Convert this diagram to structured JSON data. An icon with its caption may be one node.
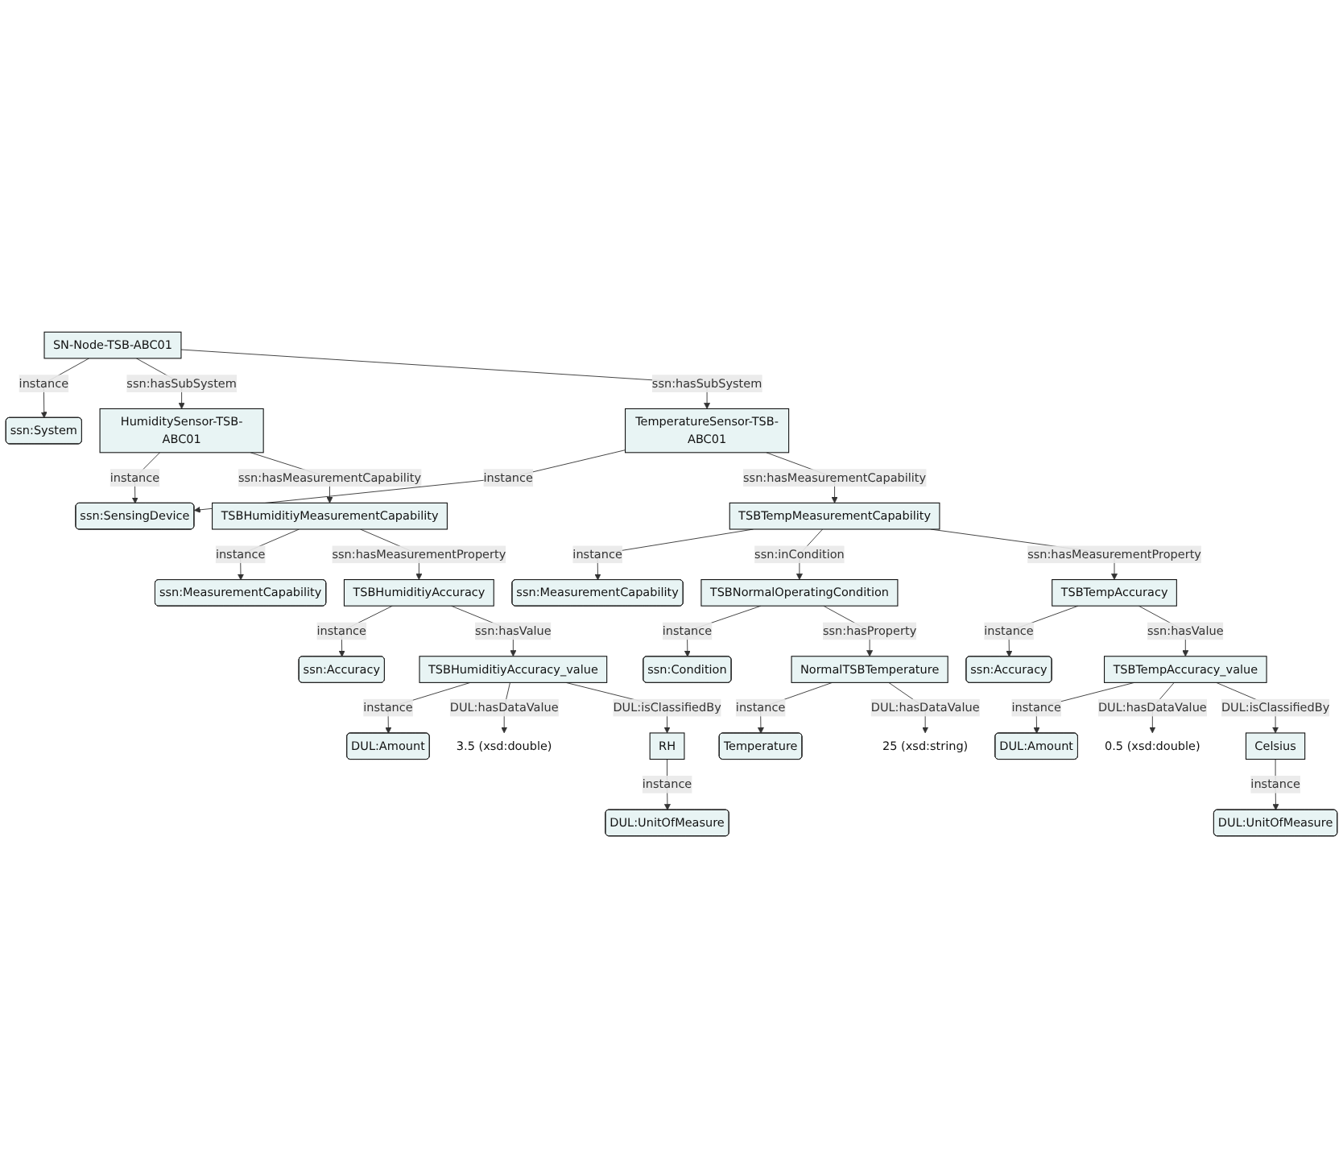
{
  "diagram": {
    "nodes": [
      {
        "text": [
          "ssn:System"
        ]
      },
      {
        "text": [
          "ssn:SensingDevice"
        ]
      },
      {
        "text": [
          "SN-Node-TSB-ABC01"
        ]
      },
      {
        "text": [
          "HumiditySensor-TSB-ABC01"
        ]
      },
      {
        "text": [
          "TemperatureSensor-TSB-ABC01"
        ]
      },
      {
        "text": [
          "ssn:MeasurementCapability"
        ]
      },
      {
        "text": [
          "ssn:MeasurementCapability"
        ]
      },
      {
        "text": [
          "TSBHumiditiyMeasurementCapability"
        ]
      },
      {
        "text": [
          "TSBTempMeasurementCapability"
        ]
      },
      {
        "text": [
          "ssn:Accuracy"
        ]
      },
      {
        "text": [
          "ssn:Condition"
        ]
      },
      {
        "text": [
          "ssn:Accuracy"
        ]
      },
      {
        "text": [
          "TSBHumiditiyAccuracy"
        ]
      },
      {
        "text": [
          "TSBNormalOperatingCondition"
        ]
      },
      {
        "text": [
          "TSBTempAccuracy"
        ]
      },
      {
        "text": [
          "DUL:Amount"
        ]
      },
      {
        "text": [
          "Temperature"
        ]
      },
      {
        "text": [
          "DUL:Amount"
        ]
      },
      {
        "text": [
          "TSBHumiditiyAccuracy_value"
        ]
      },
      {
        "text": [
          "NormalTSBTemperature"
        ]
      },
      {
        "text": [
          "TSBTempAccuracy_value"
        ]
      },
      {
        "text": [
          "DUL:UnitOfMeasure"
        ]
      },
      {
        "text": [
          "DUL:UnitOfMeasure"
        ]
      },
      {
        "text": [
          "25 (xsd:string)"
        ]
      },
      {
        "text": [
          "3.5 (xsd:double)"
        ]
      },
      {
        "text": [
          "RH"
        ]
      },
      {
        "text": [
          "0.5 (xsd:double)"
        ]
      },
      {
        "text": [
          "Celsius"
        ]
      }
    ],
    "edges": [
      {
        "from": 2,
        "to": 0,
        "arrow": "to",
        "label": "instance"
      },
      {
        "from": 3,
        "to": 1,
        "arrow": "to",
        "label": "instance"
      },
      {
        "from": 4,
        "to": 1,
        "arrow": "to",
        "label": "instance"
      },
      {
        "from": 2,
        "to": 3,
        "arrow": "to",
        "label": "ssn:hasSubSystem"
      },
      {
        "from": 2,
        "to": 4,
        "arrow": "to",
        "label": "ssn:hasSubSystem"
      },
      {
        "from": 3,
        "to": 7,
        "arrow": "to",
        "label": "ssn:hasMeasurementCapability"
      },
      {
        "from": 7,
        "to": 5,
        "arrow": "to",
        "label": "instance"
      },
      {
        "from": 4,
        "to": 8,
        "arrow": "to",
        "label": "ssn:hasMeasurementCapability"
      },
      {
        "from": 8,
        "to": 6,
        "arrow": "to",
        "label": "instance"
      },
      {
        "from": 7,
        "to": 12,
        "arrow": "to",
        "label": "ssn:hasMeasurementProperty"
      },
      {
        "from": 12,
        "to": 9,
        "arrow": "to",
        "label": "instance"
      },
      {
        "from": 8,
        "to": 13,
        "arrow": "to",
        "label": "ssn:inCondition"
      },
      {
        "from": 13,
        "to": 10,
        "arrow": "to",
        "label": "instance"
      },
      {
        "from": 8,
        "to": 14,
        "arrow": "to",
        "label": "ssn:hasMeasurementProperty"
      },
      {
        "from": 14,
        "to": 11,
        "arrow": "to",
        "label": "instance"
      },
      {
        "from": 12,
        "to": 18,
        "arrow": "to",
        "label": "ssn:hasValue"
      },
      {
        "from": 18,
        "to": 15,
        "arrow": "to",
        "label": "instance"
      },
      {
        "from": 13,
        "to": 19,
        "arrow": "to",
        "label": "ssn:hasProperty"
      },
      {
        "from": 19,
        "to": 16,
        "arrow": "to",
        "label": "instance"
      },
      {
        "from": 14,
        "to": 20,
        "arrow": "to",
        "label": "ssn:hasValue"
      },
      {
        "from": 20,
        "to": 17,
        "arrow": "to",
        "label": "instance"
      },
      {
        "from": 18,
        "to": 24,
        "arrow": "to",
        "label": "DUL:hasDataValue"
      },
      {
        "from": 18,
        "to": 25,
        "arrow": "to",
        "label": "DUL:isClassifiedBy"
      },
      {
        "from": 25,
        "to": 21,
        "arrow": "to",
        "label": "instance"
      },
      {
        "from": 19,
        "to": 23,
        "arrow": "to",
        "label": "DUL:hasDataValue"
      },
      {
        "from": 20,
        "to": 26,
        "arrow": "to",
        "label": "DUL:hasDataValue"
      },
      {
        "from": 20,
        "to": 27,
        "arrow": "to",
        "label": "DUL:isClassifiedBy"
      },
      {
        "from": 27,
        "to": 22,
        "arrow": "to",
        "label": "instance"
      }
    ]
  }
}
